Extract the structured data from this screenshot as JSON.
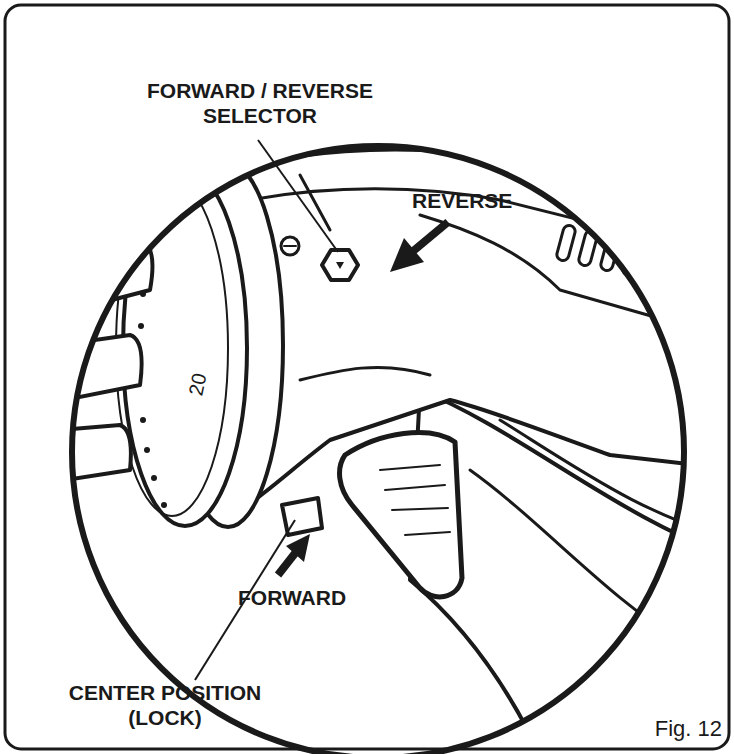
{
  "diagram": {
    "caption": "Fig. 12",
    "labels": [
      "FORWARD / REVERSE SELECTOR",
      "REVERSE",
      "20",
      "FORWARD",
      "CENTER POSITION (LOCK)"
    ]
  }
}
